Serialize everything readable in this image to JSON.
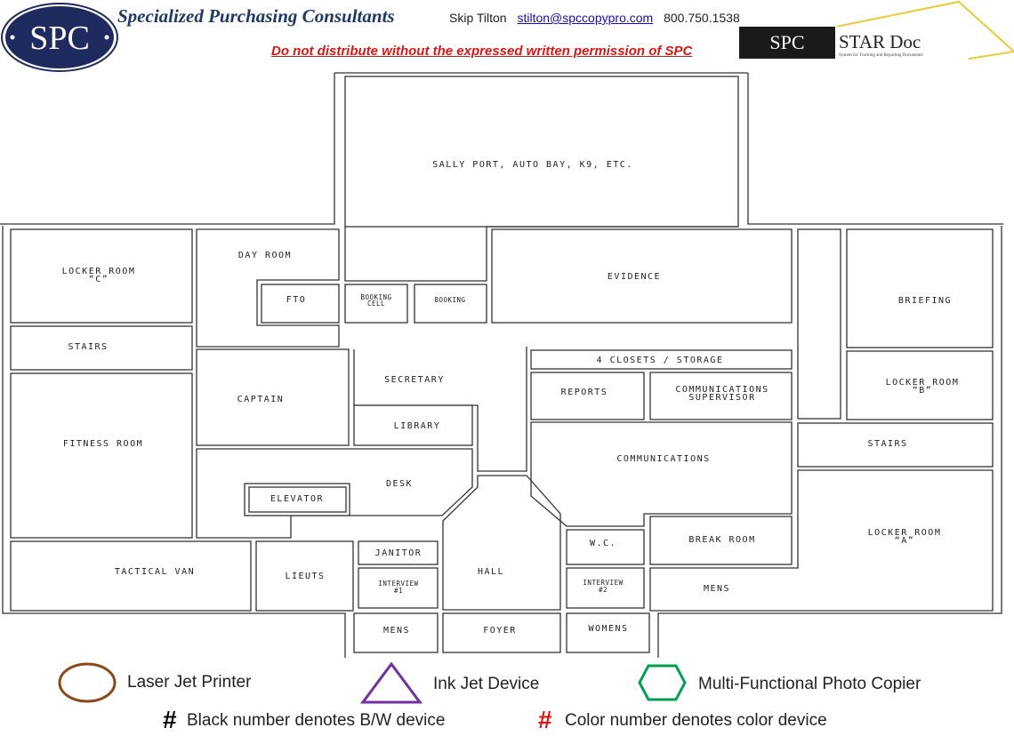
{
  "header": {
    "logo_text": "SPC",
    "company": "Specialized Purchasing Consultants",
    "contact_name": "Skip Tilton",
    "contact_email": "stilton@spccopypro.com",
    "phone": "800.750.1538",
    "warning": "Do not distribute without the expressed written permission of SPC",
    "star_logo_left": "SPC",
    "star_logo_right": "STAR Doc",
    "star_logo_sub": "System for Tracking and Reporting Documents"
  },
  "rooms": {
    "sally_port": "SALLY PORT, AUTO BAY, K9, ETC.",
    "locker_c": "LOCKER ROOM",
    "locker_c_id": "“C”",
    "day_room": "DAY ROOM",
    "fto": "FTO",
    "booking_cell_1": "BOOKING",
    "booking_cell_2": "CELL",
    "booking": "BOOKING",
    "evidence": "EVIDENCE",
    "briefing": "BRIEFING",
    "stairs_left": "STAIRS",
    "fitness": "FITNESS ROOM",
    "captain": "CAPTAIN",
    "secretary": "SECRETARY",
    "library": "LIBRARY",
    "closets": "4 CLOSETS / STORAGE",
    "reports": "REPORTS",
    "comm_sup_1": "COMMUNICATIONS",
    "comm_sup_2": "SUPERVISOR",
    "locker_b": "LOCKER ROOM",
    "locker_b_id": "“B”",
    "communications": "COMMUNICATIONS",
    "stairs_right": "STAIRS",
    "desk": "DESK",
    "elevator": "ELEVATOR",
    "locker_a": "LOCKER ROOM",
    "locker_a_id": "“A”",
    "break_room": "BREAK ROOM",
    "wc": "W.C.",
    "tactical_van": "TACTICAL VAN",
    "lieuts": "LIEUTS",
    "janitor": "JANITOR",
    "interview1_1": "INTERVIEW",
    "interview1_2": "#1",
    "hall": "HALL",
    "interview2_1": "INTERVIEW",
    "interview2_2": "#2",
    "mens_right": "MENS",
    "mens_bottom": "MENS",
    "foyer": "FOYER",
    "womens": "WOMENS"
  },
  "legend": {
    "laser": "Laser Jet Printer",
    "inkjet": "Ink Jet Device",
    "mfp": "Multi-Functional Photo Copier",
    "hash": "#",
    "bw_note": "Black number denotes B/W device",
    "color_note": "Color number denotes color device",
    "colors": {
      "laser": "#8b4a1c",
      "inkjet": "#7030a0",
      "mfp": "#00a050",
      "color_hash": "#e01010"
    }
  }
}
